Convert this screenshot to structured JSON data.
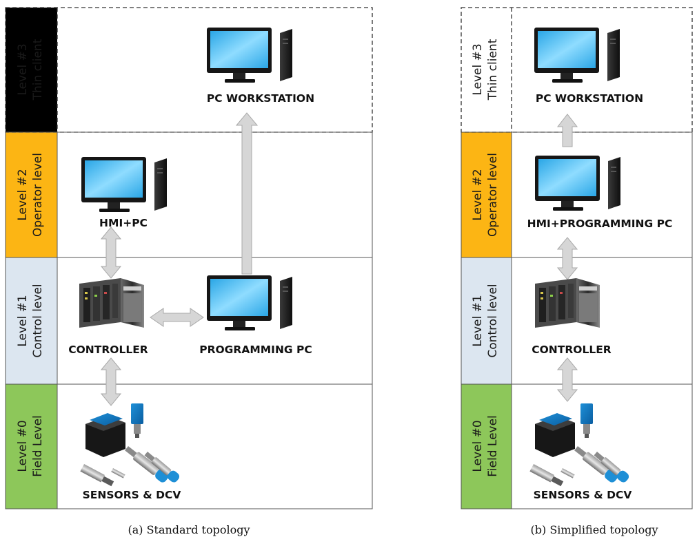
{
  "colors": {
    "thin_client": "#ffffff",
    "operator": "#fcb514",
    "control": "#dce6f0",
    "field": "#8dc75a",
    "arrow_fill": "#d6d6d6",
    "arrow_stroke": "#a9a9a9",
    "screen": "#36b9f2",
    "monitor_frame": "#151515"
  },
  "panels": [
    {
      "caption": "(a) Standard topology",
      "levels": [
        {
          "line1": "Level #3",
          "line2": "Thin client"
        },
        {
          "line1": "Level #2",
          "line2": "Operator level"
        },
        {
          "line1": "Level #1",
          "line2": "Control level"
        },
        {
          "line1": "Level #0",
          "line2": "Field Level"
        }
      ],
      "nodes": {
        "pc_workstation": "PC WORKSTATION",
        "hmi": "HMI+PC",
        "controller": "CONTROLLER",
        "programming_pc": "PROGRAMMING PC",
        "sensors": "SENSORS & DCV"
      }
    },
    {
      "caption": "(b) Simplified topology",
      "levels": [
        {
          "line1": "Level #3",
          "line2": "Thin client"
        },
        {
          "line1": "Level #2",
          "line2": "Operator level"
        },
        {
          "line1": "Level #1",
          "line2": "Control level"
        },
        {
          "line1": "Level #0",
          "line2": "Field Level"
        }
      ],
      "nodes": {
        "pc_workstation": "PC WORKSTATION",
        "hmi": "HMI+PROGRAMMING PC",
        "controller": "CONTROLLER",
        "sensors": "SENSORS & DCV"
      }
    }
  ]
}
